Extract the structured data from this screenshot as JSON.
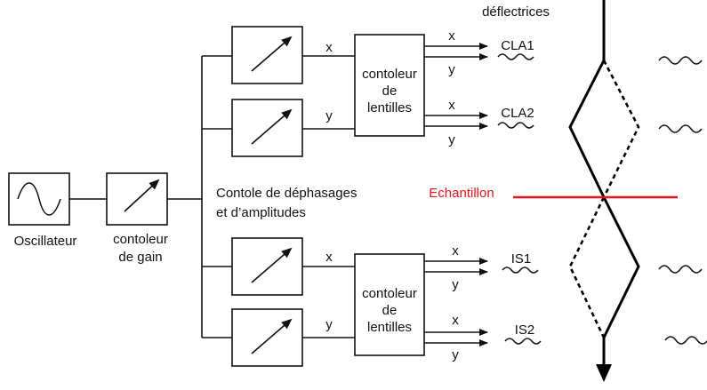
{
  "top_label": "déflectrices",
  "oscillator": {
    "label": "Oscillateur"
  },
  "gain": {
    "label_line1": "contoleur",
    "label_line2": "de gain"
  },
  "phase_amp_label_line1": "Contole de déphasages",
  "phase_amp_label_line2": "et d’amplitudes",
  "lens_top": {
    "line1": "contoleur",
    "line2": "de",
    "line3": "lentilles"
  },
  "lens_bottom": {
    "line1": "contoleur",
    "line2": "de",
    "line3": "lentilles"
  },
  "axis_labels": {
    "x": "x",
    "y": "y"
  },
  "outputs": [
    "CLA1",
    "CLA2",
    "IS1",
    "IS2"
  ],
  "sample": {
    "label": "Echantillon",
    "color": "#e8141b"
  },
  "colors": {
    "line": "#111111",
    "sample": "#e8141b"
  }
}
